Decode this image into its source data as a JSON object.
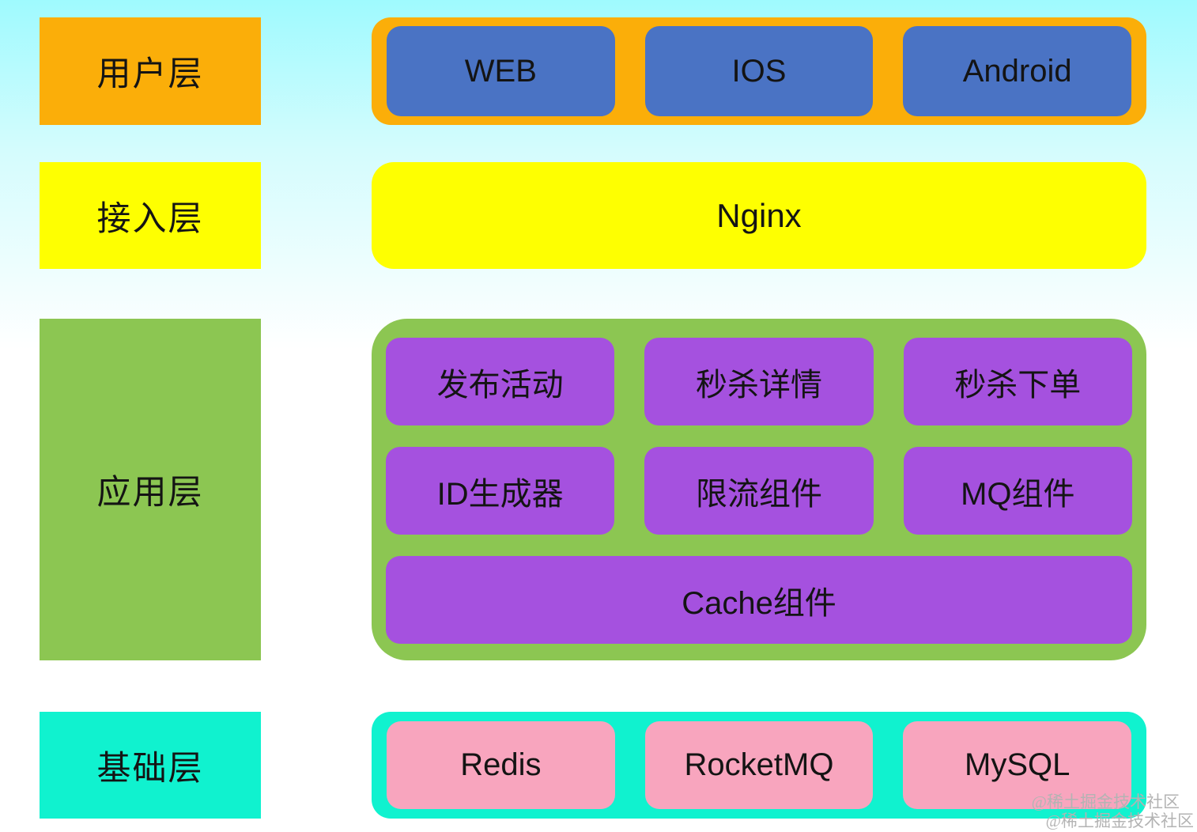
{
  "page": {
    "background_top_color": "#9ffafe",
    "background_bottom_color": "#ffffff",
    "text_color": "#141414"
  },
  "layers": [
    {
      "id": "user-layer",
      "label": "用户层",
      "color": "#fbae09",
      "item_color": "#4a73c4",
      "items": [
        "WEB",
        "IOS",
        "Android"
      ]
    },
    {
      "id": "access-layer",
      "label": "接入层",
      "color": "#feff01",
      "items": [
        "Nginx"
      ]
    },
    {
      "id": "application-layer",
      "label": "应用层",
      "color": "#8cc652",
      "item_color": "#a551df",
      "rows": [
        [
          "发布活动",
          "秒杀详情",
          "秒杀下单"
        ],
        [
          "ID生成器",
          "限流组件",
          "MQ组件"
        ],
        [
          "Cache组件"
        ]
      ]
    },
    {
      "id": "base-layer",
      "label": "基础层",
      "color": "#10f2cf",
      "item_color": "#f8a5be",
      "items": [
        "Redis",
        "RocketMQ",
        "MySQL"
      ]
    }
  ],
  "watermark": {
    "color": "#b3b3b3",
    "lines": [
      "@稀土掘金技术社区",
      "@稀土掘金技术社区"
    ]
  }
}
